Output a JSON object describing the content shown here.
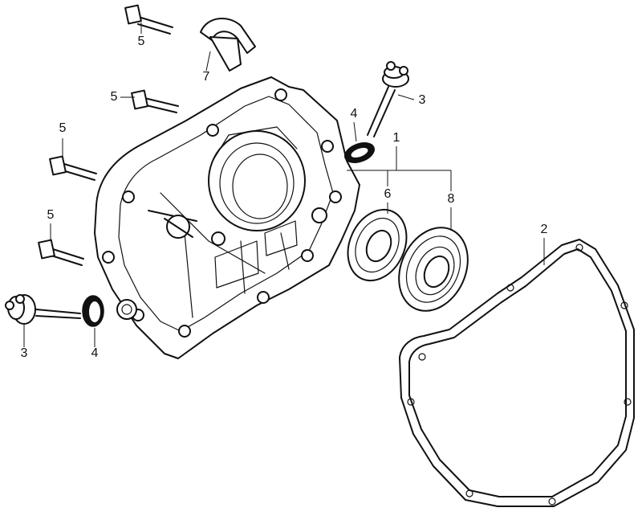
{
  "callouts": {
    "c1": "1",
    "c2": "2",
    "c3a": "3",
    "c3b": "3",
    "c4a": "4",
    "c4b": "4",
    "c5a": "5",
    "c5b": "5",
    "c5c": "5",
    "c5d": "5",
    "c6": "6",
    "c7": "7",
    "c8": "8"
  }
}
